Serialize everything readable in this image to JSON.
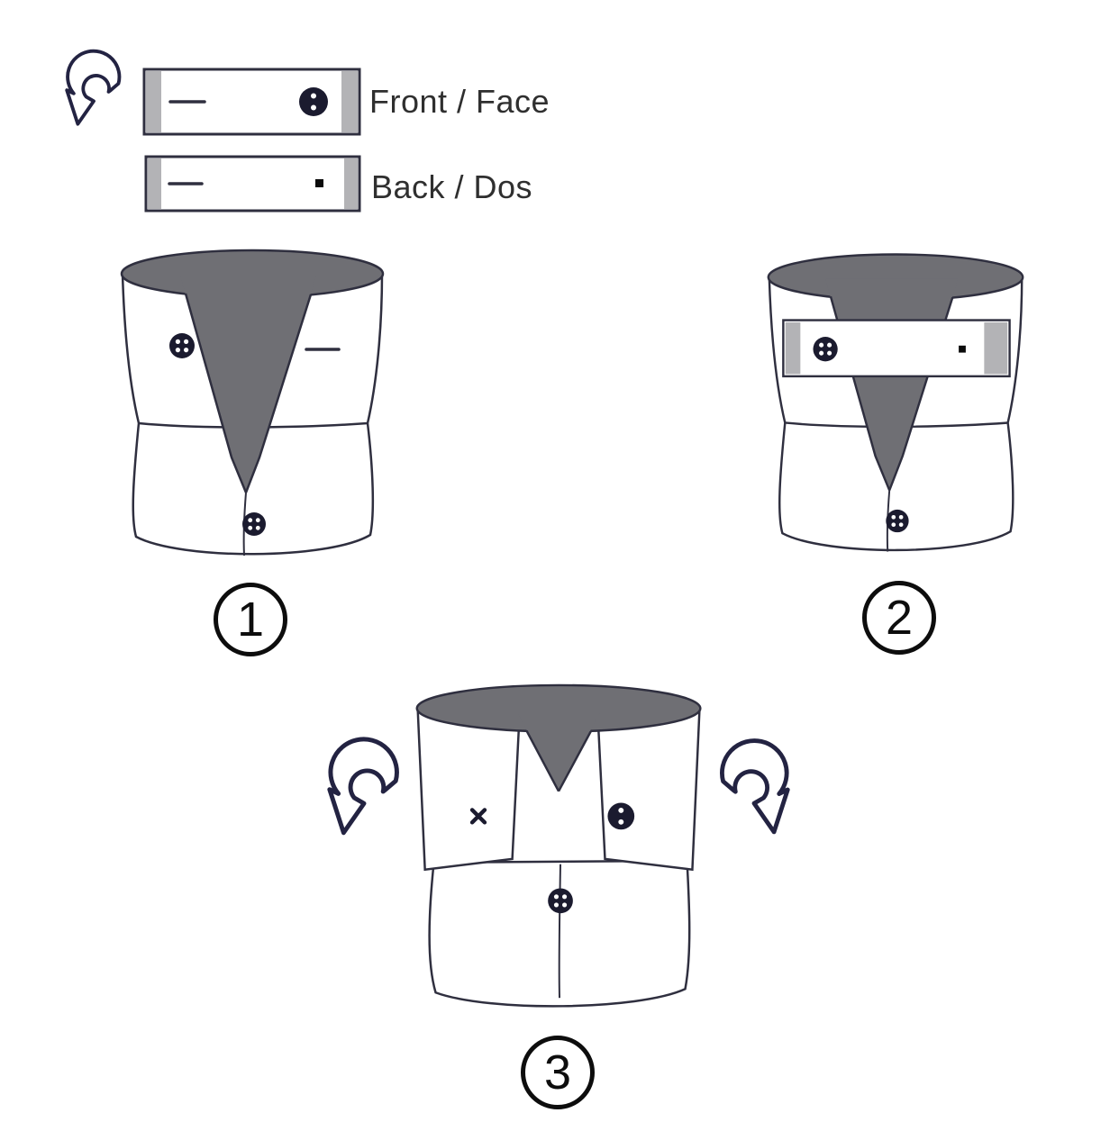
{
  "legend": {
    "front_label": "Front / Face",
    "back_label": "Back / Dos"
  },
  "steps": [
    {
      "number": "1"
    },
    {
      "number": "2"
    },
    {
      "number": "3"
    }
  ],
  "colors": {
    "outline": "#2f2f3f",
    "navy": "#1b1b2f",
    "collar_gray": "#6f6f74",
    "cap_gray": "#b3b3b6",
    "arrow_navy": "#232342",
    "text": "#2f2f2f",
    "badge": "#0d0d0d",
    "dot": "#0b0b0b"
  },
  "icons": {
    "flip_arrow": "curved-flip-arrow",
    "four_hole_button": "four-hole-button",
    "two_hole_button": "two-hole-button",
    "buttonhole": "buttonhole-slit",
    "snap_dot": "square-snap-dot",
    "cross_stitch": "cross-stitch"
  }
}
